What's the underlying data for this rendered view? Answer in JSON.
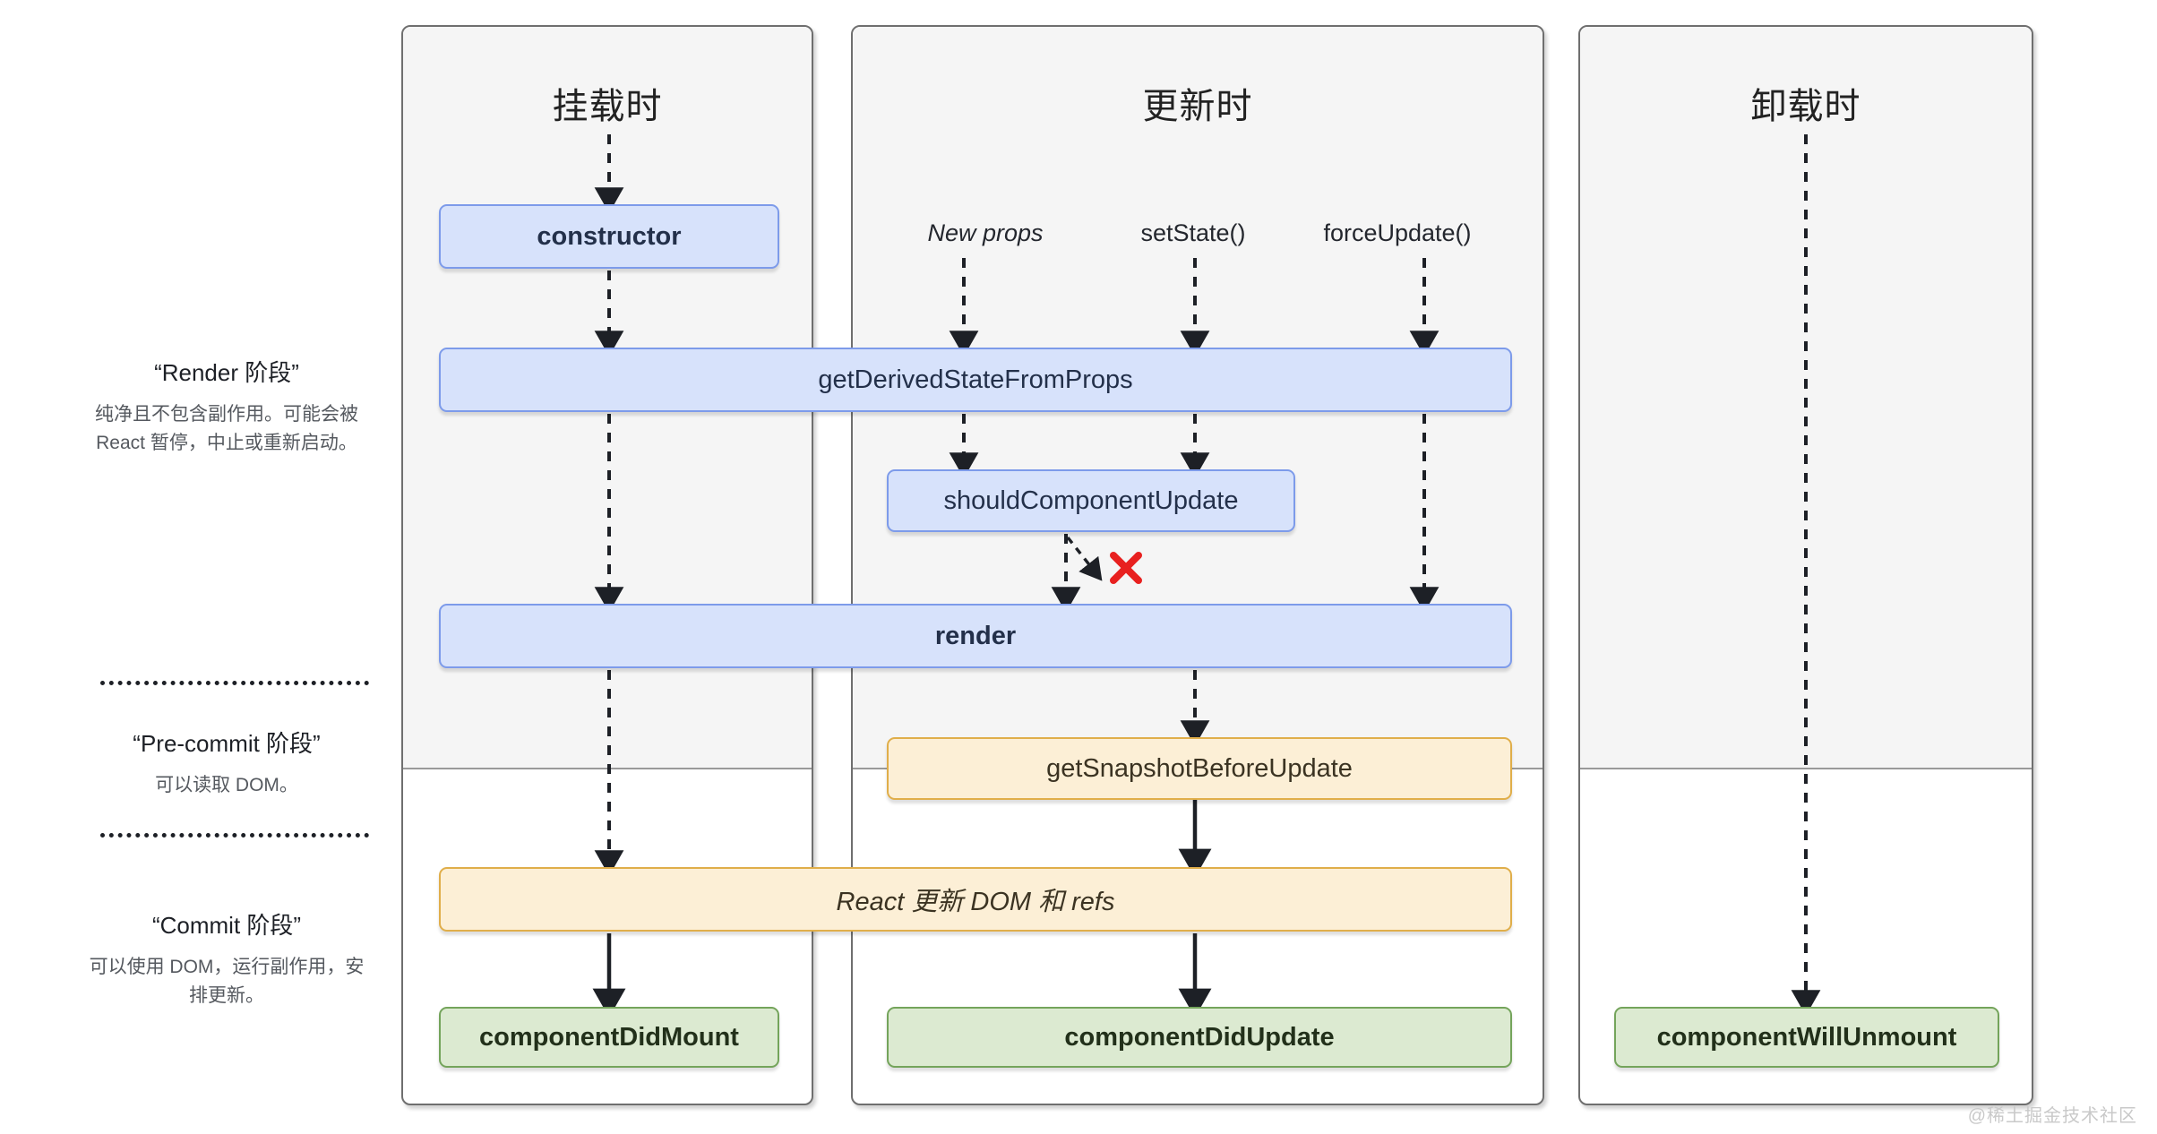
{
  "panels": [
    {
      "key": "mount",
      "title": "挂载时"
    },
    {
      "key": "update",
      "title": "更新时"
    },
    {
      "key": "unmount",
      "title": "卸载时"
    }
  ],
  "legend": [
    {
      "key": "render",
      "title": "“Render 阶段”",
      "desc": "纯净且不包含副作用。可能会被 React 暂停，中止或重新启动。"
    },
    {
      "key": "pre-commit",
      "title": "“Pre-commit 阶段”",
      "desc": "可以读取 DOM。"
    },
    {
      "key": "commit",
      "title": "“Commit 阶段”",
      "desc": "可以使用 DOM，运行副作用，安排更新。"
    }
  ],
  "triggers": [
    {
      "key": "new-props",
      "label": "New props",
      "italic": true
    },
    {
      "key": "set-state",
      "label": "setState()",
      "italic": false
    },
    {
      "key": "force-update",
      "label": "forceUpdate()",
      "italic": false
    }
  ],
  "boxes": [
    {
      "key": "constructor",
      "label": "constructor",
      "color": "blue",
      "column": "mount",
      "phase": "render"
    },
    {
      "key": "get-derived-state",
      "label": "getDerivedStateFromProps",
      "color": "blue",
      "column": "mount+update",
      "phase": "render"
    },
    {
      "key": "should-component-update",
      "label": "shouldComponentUpdate",
      "color": "blue",
      "column": "update",
      "phase": "render"
    },
    {
      "key": "render",
      "label": "render",
      "color": "blue",
      "column": "mount+update",
      "phase": "render"
    },
    {
      "key": "get-snapshot",
      "label": "getSnapshotBeforeUpdate",
      "color": "amber",
      "column": "update",
      "phase": "pre-commit"
    },
    {
      "key": "react-updates-dom",
      "label": "React 更新 DOM 和 refs",
      "color": "amber",
      "column": "mount+update",
      "phase": "commit"
    },
    {
      "key": "component-did-mount",
      "label": "componentDidMount",
      "color": "green",
      "column": "mount",
      "phase": "commit"
    },
    {
      "key": "component-did-update",
      "label": "componentDidUpdate",
      "color": "green",
      "column": "update",
      "phase": "commit"
    },
    {
      "key": "component-will-unmount",
      "label": "componentWillUnmount",
      "color": "green",
      "column": "unmount",
      "phase": "commit"
    }
  ],
  "annotations": {
    "skip_marker": "✕",
    "skip_marker_color": "#e8201f",
    "skip_meaning": "shouldComponentUpdate returns false — skip render"
  },
  "colors": {
    "blue_fill": "#d7e2fb",
    "blue_border": "#7d9bea",
    "amber_fill": "#fcefd6",
    "amber_border": "#e0ae4a",
    "green_fill": "#dcead1",
    "green_border": "#74a45b",
    "panel_border": "#6f6f6f",
    "panel_shade": "#f5f5f5",
    "red_x": "#e8201f"
  },
  "watermark": "@稀土掘金技术社区"
}
